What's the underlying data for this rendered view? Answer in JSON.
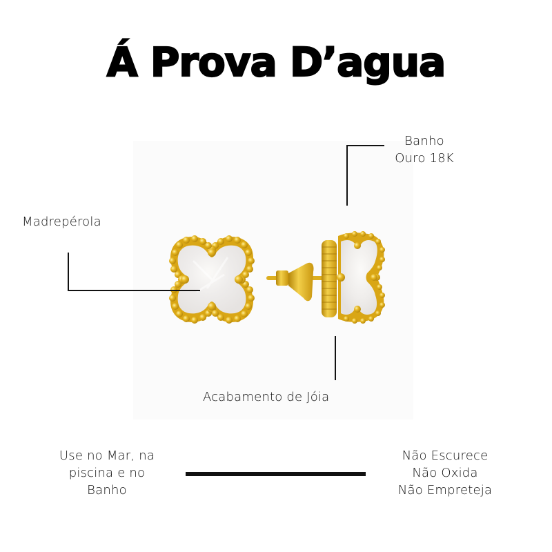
{
  "title": "Á Prova D’agua",
  "callouts": {
    "gold_plating": {
      "line1": "Banho",
      "line2": "Ouro 18K"
    },
    "mother_of_pearl": "Madrepérola",
    "jewel_finish": "Acabamento de Jóia"
  },
  "footer": {
    "left": {
      "line1": "Use no Mar, na",
      "line2": "piscina e no",
      "line3": "Banho"
    },
    "right": {
      "line1": "Não Escurece",
      "line2": "Não Oxida",
      "line3": "Não Empreteja"
    }
  },
  "colors": {
    "gold": "#e3b21c",
    "gold_dark": "#b88a0a",
    "pearl": "#f4f3f2",
    "text": "#111111",
    "photo_bg": "#fbfbfb"
  }
}
